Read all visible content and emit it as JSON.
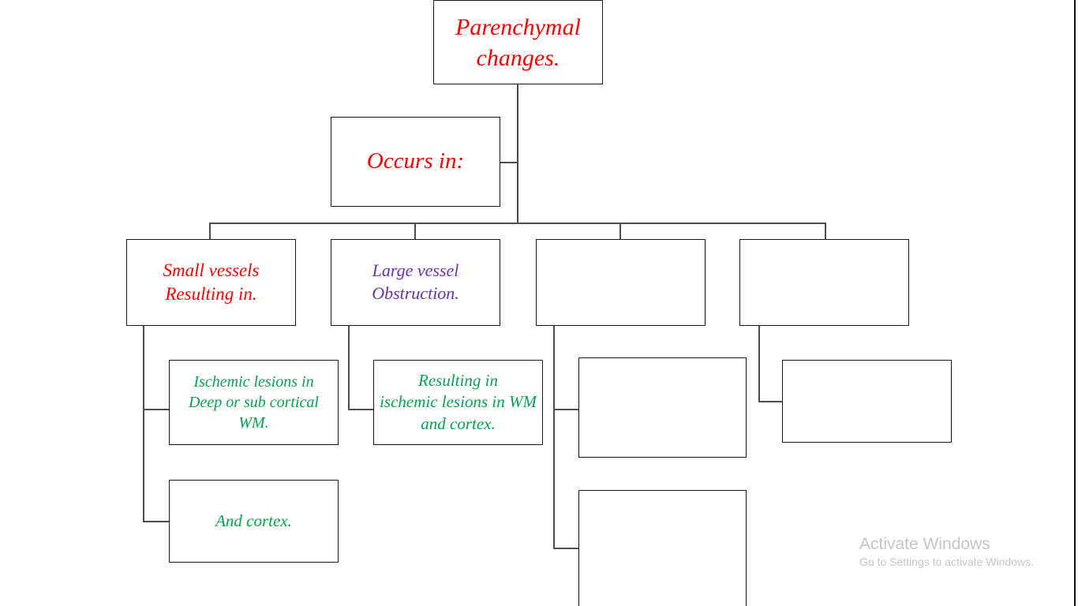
{
  "diagram": {
    "title": "Parenchymal changes flowchart",
    "colors": {
      "red": "#ff0000",
      "purple": "#6b2fb5",
      "green": "#00a651",
      "line": "#4d4d4d",
      "border": "#1a1a1a",
      "background": "#ffffff",
      "watermark": "#c6c6c6"
    },
    "nodes": [
      {
        "id": "root",
        "label": "Parenchymal changes.",
        "line1": "Parenchymal",
        "line2": "changes.",
        "color": "red",
        "empty": false
      },
      {
        "id": "occurs-in",
        "label": "Occurs in:",
        "line1": "Occurs in:",
        "line2": "",
        "color": "red",
        "empty": false
      },
      {
        "id": "small-vessels",
        "label": "Small vessels Resulting in.",
        "line1": "Small vessels",
        "line2": "Resulting in.",
        "color": "red",
        "empty": false
      },
      {
        "id": "large-vessel",
        "label": "Large vessel Obstruction.",
        "line1": "Large vessel",
        "line2": "Obstruction.",
        "color": "purple",
        "empty": false
      },
      {
        "id": "branch-3",
        "label": "",
        "line1": "",
        "line2": "",
        "color": "none",
        "empty": true
      },
      {
        "id": "branch-4",
        "label": "",
        "line1": "",
        "line2": "",
        "color": "none",
        "empty": true
      },
      {
        "id": "ischemic-deep-wm",
        "label": "Ischemic lesions in Deep or sub cortical WM.",
        "line1": "Ischemic lesions in",
        "line2": "Deep or sub cortical WM.",
        "color": "green",
        "empty": false
      },
      {
        "id": "ischemic-wm-cortex",
        "label": "Resulting in ischemic lesions in WM and cortex.",
        "line1": "Resulting in",
        "line2": "ischemic lesions in WM and cortex.",
        "color": "green",
        "empty": false
      },
      {
        "id": "and-cortex",
        "label": "And cortex.",
        "line1": "And cortex.",
        "line2": "",
        "color": "green",
        "empty": false
      },
      {
        "id": "child-3a",
        "label": "",
        "line1": "",
        "line2": "",
        "color": "none",
        "empty": true
      },
      {
        "id": "child-4a",
        "label": "",
        "line1": "",
        "line2": "",
        "color": "none",
        "empty": true
      },
      {
        "id": "child-3b",
        "label": "",
        "line1": "",
        "line2": "",
        "color": "none",
        "empty": true
      }
    ]
  },
  "watermark": {
    "title": "Activate Windows",
    "subtitle": "Go to Settings to activate Windows."
  }
}
